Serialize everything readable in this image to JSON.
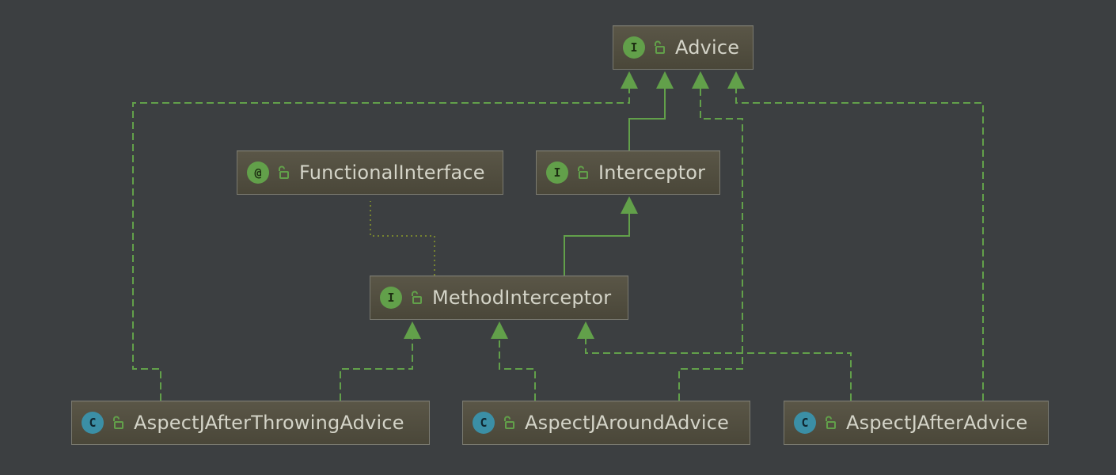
{
  "diagram": {
    "nodes": [
      {
        "id": "advice",
        "label": "Advice",
        "kind": "interface",
        "badge": "I"
      },
      {
        "id": "functional",
        "label": "FunctionalInterface",
        "kind": "annotation",
        "badge": "@"
      },
      {
        "id": "interceptor",
        "label": "Interceptor",
        "kind": "interface",
        "badge": "I"
      },
      {
        "id": "method",
        "label": "MethodInterceptor",
        "kind": "interface",
        "badge": "I"
      },
      {
        "id": "throwing",
        "label": "AspectJAfterThrowingAdvice",
        "kind": "class",
        "badge": "C"
      },
      {
        "id": "around",
        "label": "AspectJAroundAdvice",
        "kind": "class",
        "badge": "C"
      },
      {
        "id": "after",
        "label": "AspectJAfterAdvice",
        "kind": "class",
        "badge": "C"
      }
    ],
    "edges": [
      {
        "from": "interceptor",
        "to": "advice",
        "type": "extends"
      },
      {
        "from": "method",
        "to": "interceptor",
        "type": "extends"
      },
      {
        "from": "method",
        "to": "functional",
        "type": "annotated-by"
      },
      {
        "from": "throwing",
        "to": "advice",
        "type": "implements"
      },
      {
        "from": "throwing",
        "to": "method",
        "type": "implements"
      },
      {
        "from": "around",
        "to": "advice",
        "type": "implements"
      },
      {
        "from": "around",
        "to": "method",
        "type": "implements"
      },
      {
        "from": "after",
        "to": "advice",
        "type": "implements"
      },
      {
        "from": "after",
        "to": "method",
        "type": "implements"
      }
    ]
  },
  "colors": {
    "background": "#3c3f41",
    "edge": "#62a04a",
    "annotation_edge": "#8a9a2a",
    "interface_badge": "#62a04a",
    "class_badge": "#3b8fa6",
    "node_text": "#d4d4c8"
  },
  "icons": {
    "visibility": "unlocked-lock-icon"
  }
}
